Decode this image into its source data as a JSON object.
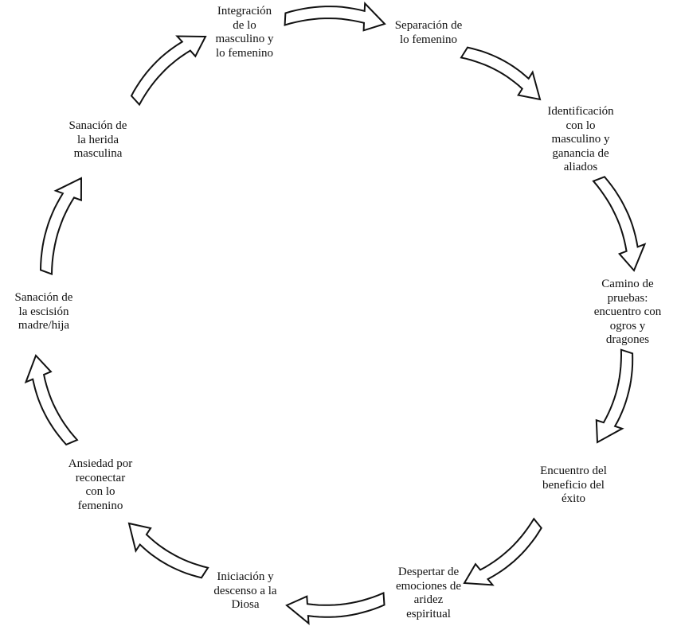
{
  "diagram": {
    "stages": [
      {
        "id": "integracion",
        "lines": [
          "Integración",
          "de lo",
          "masculino y",
          "lo femenino"
        ]
      },
      {
        "id": "separacion",
        "lines": [
          "Separación de",
          "lo femenino"
        ]
      },
      {
        "id": "identificacion",
        "lines": [
          "Identificación",
          "con lo",
          "masculino y",
          "ganancia de",
          "aliados"
        ]
      },
      {
        "id": "camino",
        "lines": [
          "Camino de",
          "pruebas:",
          "encuentro con",
          "ogros y",
          "dragones"
        ]
      },
      {
        "id": "encuentro",
        "lines": [
          "Encuentro del",
          "beneficio del",
          "éxito"
        ]
      },
      {
        "id": "despertar",
        "lines": [
          "Despertar de",
          "emociones de",
          "aridez",
          "espiritual"
        ]
      },
      {
        "id": "iniciacion",
        "lines": [
          "Iniciación y",
          "descenso a la",
          "Diosa"
        ]
      },
      {
        "id": "ansiedad",
        "lines": [
          "Ansiedad por",
          "reconectar",
          "con lo",
          "femenino"
        ]
      },
      {
        "id": "escision",
        "lines": [
          "Sanación de",
          "la escisión",
          "madre/hija"
        ]
      },
      {
        "id": "herida",
        "lines": [
          "Sanación de",
          "la herida",
          "masculina"
        ]
      }
    ],
    "arrow_style": {
      "fill": "#ffffff",
      "stroke": "#111111"
    }
  }
}
